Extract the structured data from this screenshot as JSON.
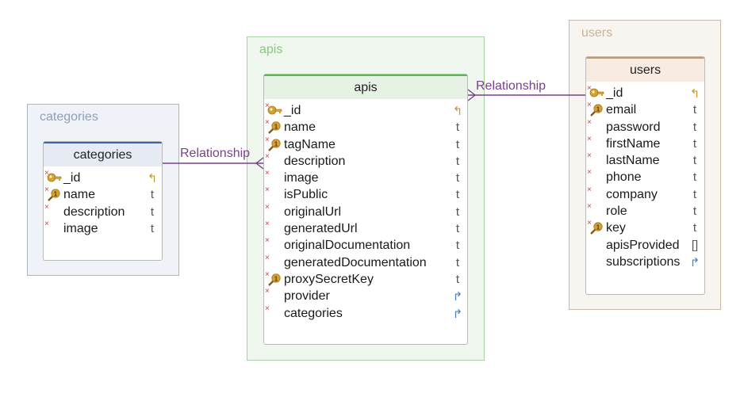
{
  "groups": {
    "categories": "categories",
    "apis": "apis",
    "users": "users"
  },
  "tables": {
    "categories": {
      "title": "categories",
      "fields": [
        {
          "name": "_id",
          "type": "↰",
          "required": true,
          "key": "primary"
        },
        {
          "name": "name",
          "type": "t",
          "required": true,
          "key": "unique"
        },
        {
          "name": "description",
          "type": "t",
          "required": true,
          "key": ""
        },
        {
          "name": "image",
          "type": "t",
          "required": true,
          "key": ""
        }
      ]
    },
    "apis": {
      "title": "apis",
      "fields": [
        {
          "name": "_id",
          "type": "↰",
          "required": true,
          "key": "primary"
        },
        {
          "name": "name",
          "type": "t",
          "required": true,
          "key": "unique"
        },
        {
          "name": "tagName",
          "type": "t",
          "required": true,
          "key": "unique"
        },
        {
          "name": "description",
          "type": "t",
          "required": true,
          "key": ""
        },
        {
          "name": "image",
          "type": "t",
          "required": true,
          "key": ""
        },
        {
          "name": "isPublic",
          "type": "t",
          "required": true,
          "key": ""
        },
        {
          "name": "originalUrl",
          "type": "t",
          "required": true,
          "key": ""
        },
        {
          "name": "generatedUrl",
          "type": "t",
          "required": true,
          "key": ""
        },
        {
          "name": "originalDocumentation",
          "type": "t",
          "required": true,
          "key": ""
        },
        {
          "name": "generatedDocumentation",
          "type": "t",
          "required": true,
          "key": ""
        },
        {
          "name": "proxySecretKey",
          "type": "t",
          "required": true,
          "key": "unique"
        },
        {
          "name": "provider",
          "type": "↱",
          "required": true,
          "key": ""
        },
        {
          "name": "categories",
          "type": "↱",
          "required": true,
          "key": ""
        }
      ]
    },
    "users": {
      "title": "users",
      "fields": [
        {
          "name": "_id",
          "type": "↰",
          "required": true,
          "key": "primary"
        },
        {
          "name": "email",
          "type": "t",
          "required": true,
          "key": "unique"
        },
        {
          "name": "password",
          "type": "t",
          "required": true,
          "key": ""
        },
        {
          "name": "firstName",
          "type": "t",
          "required": true,
          "key": ""
        },
        {
          "name": "lastName",
          "type": "t",
          "required": true,
          "key": ""
        },
        {
          "name": "phone",
          "type": "t",
          "required": true,
          "key": ""
        },
        {
          "name": "company",
          "type": "t",
          "required": true,
          "key": ""
        },
        {
          "name": "role",
          "type": "t",
          "required": true,
          "key": ""
        },
        {
          "name": "key",
          "type": "t",
          "required": true,
          "key": "unique"
        },
        {
          "name": "apisProvided",
          "type": "[]",
          "required": false,
          "key": ""
        },
        {
          "name": "subscriptions",
          "type": "↱",
          "required": false,
          "key": ""
        }
      ]
    }
  },
  "relationships": [
    {
      "label": "Relationship",
      "from": "categories",
      "to": "apis"
    },
    {
      "label": "Relationship",
      "from": "apis",
      "to": "users"
    }
  ],
  "colors": {
    "relationship": "#7a3f8c",
    "required_mark": "#d04040",
    "key_icon": "#d4a233",
    "ref_arrow": "#4a7fc0",
    "pk_arrow": "#c9962e"
  }
}
